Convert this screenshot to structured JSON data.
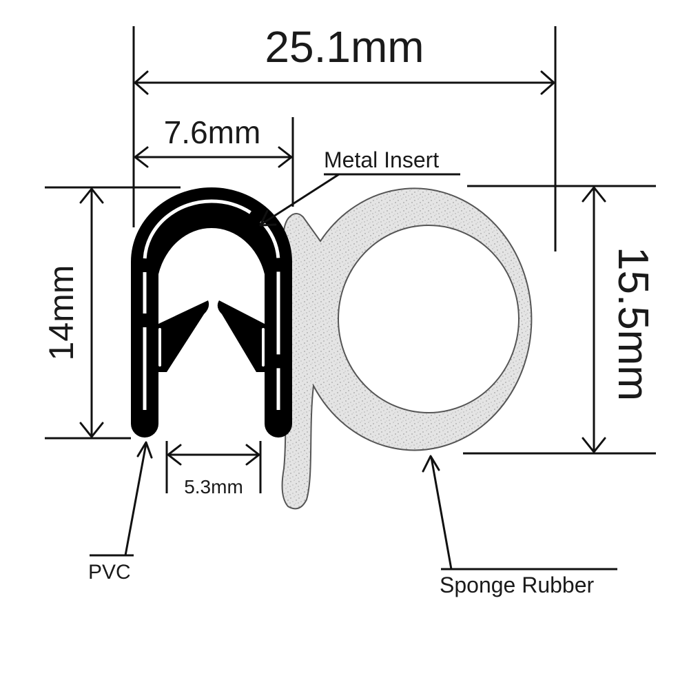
{
  "dimensions": {
    "overall_width": "25.1mm",
    "clip_width": "7.6mm",
    "clip_height": "14mm",
    "bulb_height": "15.5mm",
    "gap_width": "5.3mm"
  },
  "callouts": {
    "metal_insert": "Metal Insert",
    "pvc": "PVC",
    "sponge_rubber": "Sponge Rubber"
  },
  "colors": {
    "pvc": "#000000",
    "sponge": "#e6e6e6",
    "line": "#111111"
  }
}
